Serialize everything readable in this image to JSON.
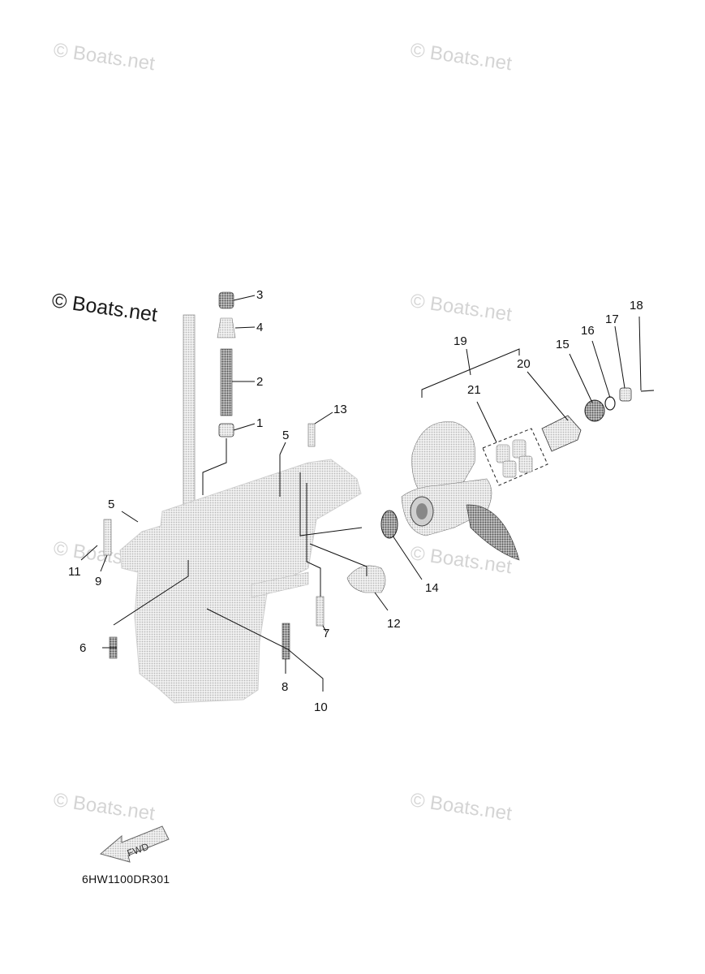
{
  "watermarks": {
    "text": "© Boats.net",
    "main": "© Boats.net"
  },
  "callouts": [
    "1",
    "2",
    "3",
    "4",
    "5",
    "5",
    "6",
    "7",
    "8",
    "9",
    "10",
    "11",
    "12",
    "13",
    "14",
    "15",
    "16",
    "17",
    "18",
    "19",
    "20",
    "21"
  ],
  "labels": {
    "c1": "1",
    "c2": "2",
    "c3": "3",
    "c4": "4",
    "c5a": "5",
    "c5b": "5",
    "c6": "6",
    "c7": "7",
    "c8": "8",
    "c9": "9",
    "c10": "10",
    "c11": "11",
    "c12": "12",
    "c13": "13",
    "c14": "14",
    "c15": "15",
    "c16": "16",
    "c17": "17",
    "c18": "18",
    "c19": "19",
    "c20": "20",
    "c21": "21"
  },
  "fwd_arrow_text": "FWD",
  "diagram_code": "6HW1100DR301",
  "colors": {
    "line": "#111111",
    "part_fill": "#cfcfcf",
    "part_dark": "#9a9a9a",
    "watermark": "#d4d4d4"
  }
}
